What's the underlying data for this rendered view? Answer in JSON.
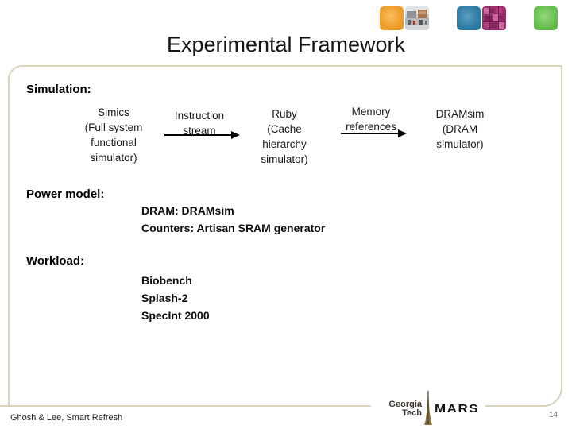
{
  "slide": {
    "title": "Experimental Framework",
    "footer": "Ghosh & Lee, Smart Refresh",
    "page_number": "14"
  },
  "decor": {
    "squares": [
      {
        "name": "orange-square",
        "color": "#f0a02c"
      },
      {
        "name": "street-photo",
        "color": "#b9b9b9"
      },
      {
        "name": "blue-square",
        "color": "#2f7da7"
      },
      {
        "name": "chip-photo",
        "color": "#9c2f6b"
      },
      {
        "name": "green-square",
        "color": "#66bf4e"
      }
    ]
  },
  "simulation": {
    "heading": "Simulation:",
    "nodes": [
      {
        "lines": [
          "Simics",
          "(Full system",
          "functional",
          "simulator)"
        ]
      },
      {
        "lines": [
          "Ruby",
          "(Cache",
          "hierarchy",
          "simulator)"
        ]
      },
      {
        "lines": [
          "DRAMsim",
          "(DRAM",
          "simulator)"
        ]
      }
    ],
    "arrows": [
      {
        "lines": [
          "Instruction",
          "stream"
        ]
      },
      {
        "lines": [
          "Memory",
          "references"
        ]
      }
    ]
  },
  "power_model": {
    "heading": "Power model:",
    "items": [
      "DRAM: DRAMsim",
      "Counters: Artisan SRAM generator"
    ]
  },
  "workload": {
    "heading": "Workload:",
    "items": [
      "Biobench",
      "Splash-2",
      "SpecInt 2000"
    ]
  },
  "logo": {
    "org_line1": "Georgia",
    "org_line2": "Tech",
    "brand": "MARS"
  },
  "colors": {
    "content_border": "#d9d2bd",
    "accent_orange": "#f0a02c",
    "accent_blue": "#2f7da7",
    "accent_green": "#66bf4e",
    "accent_magenta": "#9c2f6b"
  }
}
